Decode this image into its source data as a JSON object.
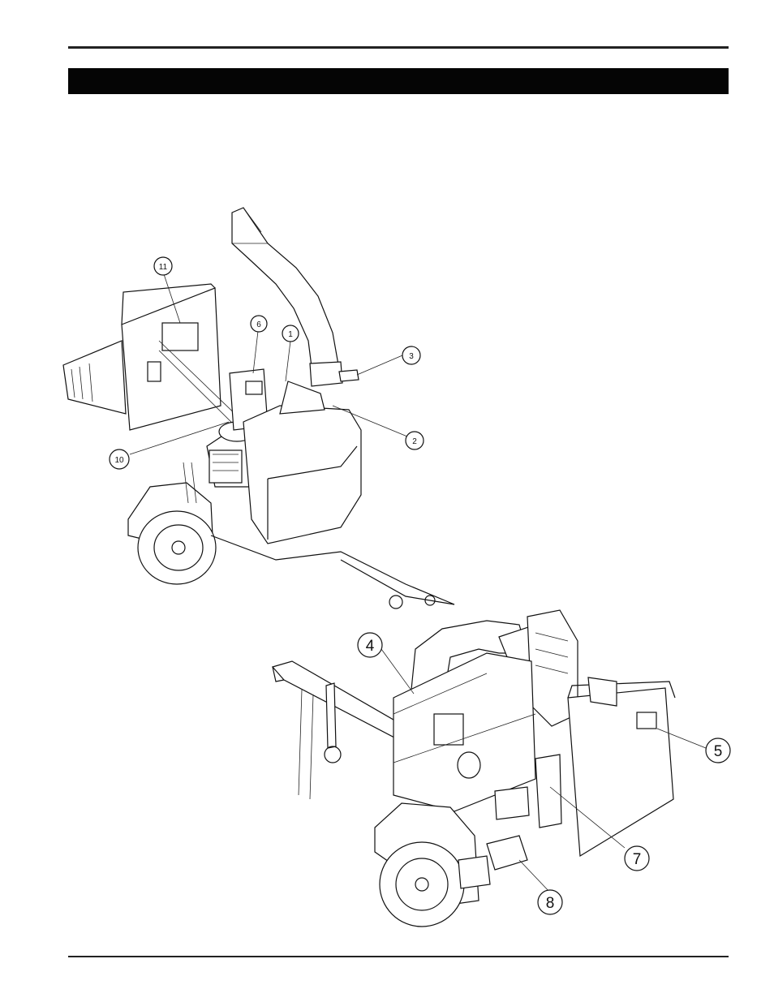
{
  "page": {
    "header_bar_text": "",
    "footer_text": ""
  },
  "figure_top": {
    "callouts": [
      "11",
      "6",
      "1",
      "3",
      "2",
      "10"
    ]
  },
  "figure_bottom": {
    "callouts": [
      "4",
      "5",
      "7",
      "8"
    ]
  }
}
